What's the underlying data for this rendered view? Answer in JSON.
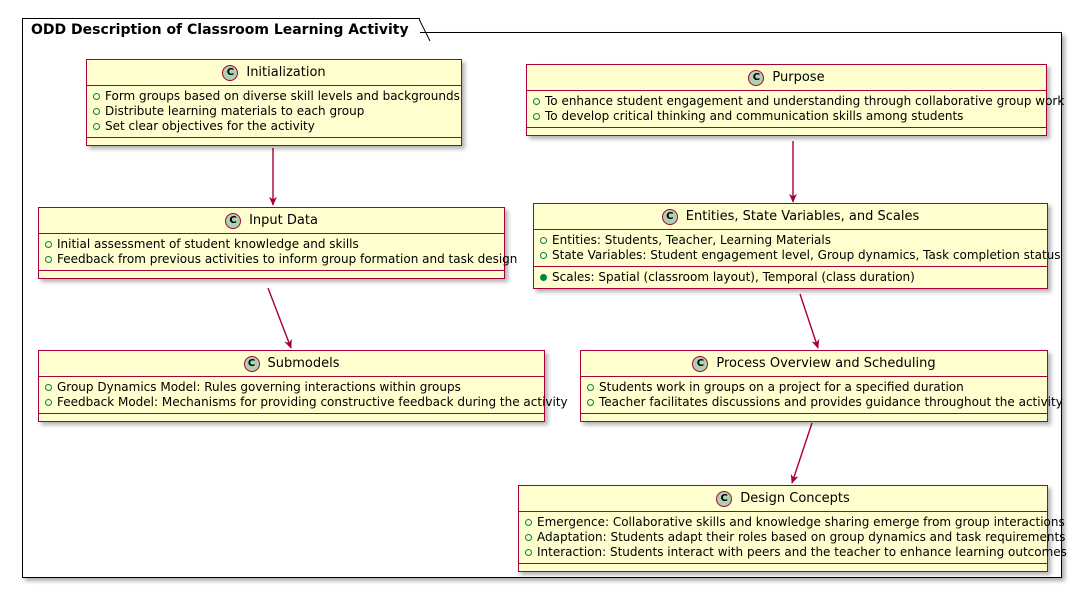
{
  "diagram": {
    "title": "ODD Description of Classroom Learning Activity",
    "type": "uml-class-diagram",
    "stereotype_letter": "C",
    "colors": {
      "node_fill": "#FEFECE",
      "node_border": "#A80036",
      "badge_fill": "#ADD1B2",
      "bullet": "#038048",
      "arrow": "#A80036",
      "frame_border": "#000000",
      "background": "#FFFFFF"
    }
  },
  "nodes": [
    {
      "id": "initialization",
      "title": "Initialization",
      "members": [
        {
          "text": "Form groups based on diverse skill levels and backgrounds",
          "marker": "hollow"
        },
        {
          "text": "Distribute learning materials to each group",
          "marker": "hollow"
        },
        {
          "text": "Set clear objectives for the activity",
          "marker": "hollow"
        }
      ]
    },
    {
      "id": "purpose",
      "title": "Purpose",
      "members": [
        {
          "text": "To enhance student engagement and understanding through collaborative group work",
          "marker": "hollow"
        },
        {
          "text": "To develop critical thinking and communication skills among students",
          "marker": "hollow"
        }
      ]
    },
    {
      "id": "input-data",
      "title": "Input Data",
      "members": [
        {
          "text": "Initial assessment of student knowledge and skills",
          "marker": "hollow"
        },
        {
          "text": "Feedback from previous activities to inform group formation and task design",
          "marker": "hollow"
        }
      ]
    },
    {
      "id": "entities-state-variables-and-scales",
      "title": "Entities, State Variables, and Scales",
      "members": [
        {
          "text": "Entities: Students, Teacher, Learning Materials",
          "marker": "hollow"
        },
        {
          "text": "State Variables: Student engagement level, Group dynamics, Task completion status",
          "marker": "hollow"
        }
      ],
      "methods": [
        {
          "text": "Scales: Spatial (classroom layout), Temporal (class duration)",
          "marker": "filled"
        }
      ]
    },
    {
      "id": "submodels",
      "title": "Submodels",
      "members": [
        {
          "text": "Group Dynamics Model: Rules governing interactions within groups",
          "marker": "hollow"
        },
        {
          "text": "Feedback Model: Mechanisms for providing constructive feedback during the activity",
          "marker": "hollow"
        }
      ]
    },
    {
      "id": "process-overview-and-scheduling",
      "title": "Process Overview and Scheduling",
      "members": [
        {
          "text": "Students work in groups on a project for a specified duration",
          "marker": "hollow"
        },
        {
          "text": "Teacher facilitates discussions and provides guidance throughout the activity",
          "marker": "hollow"
        }
      ]
    },
    {
      "id": "design-concepts",
      "title": "Design Concepts",
      "members": [
        {
          "text": "Emergence: Collaborative skills and knowledge sharing emerge from group interactions",
          "marker": "hollow"
        },
        {
          "text": "Adaptation: Students adapt their roles based on group dynamics and task requirements",
          "marker": "hollow"
        },
        {
          "text": "Interaction: Students interact with peers and the teacher to enhance learning outcomes",
          "marker": "hollow"
        }
      ]
    }
  ],
  "edges": [
    {
      "from": "initialization",
      "to": "input-data"
    },
    {
      "from": "input-data",
      "to": "submodels"
    },
    {
      "from": "purpose",
      "to": "entities-state-variables-and-scales"
    },
    {
      "from": "entities-state-variables-and-scales",
      "to": "process-overview-and-scheduling"
    },
    {
      "from": "process-overview-and-scheduling",
      "to": "design-concepts"
    }
  ]
}
